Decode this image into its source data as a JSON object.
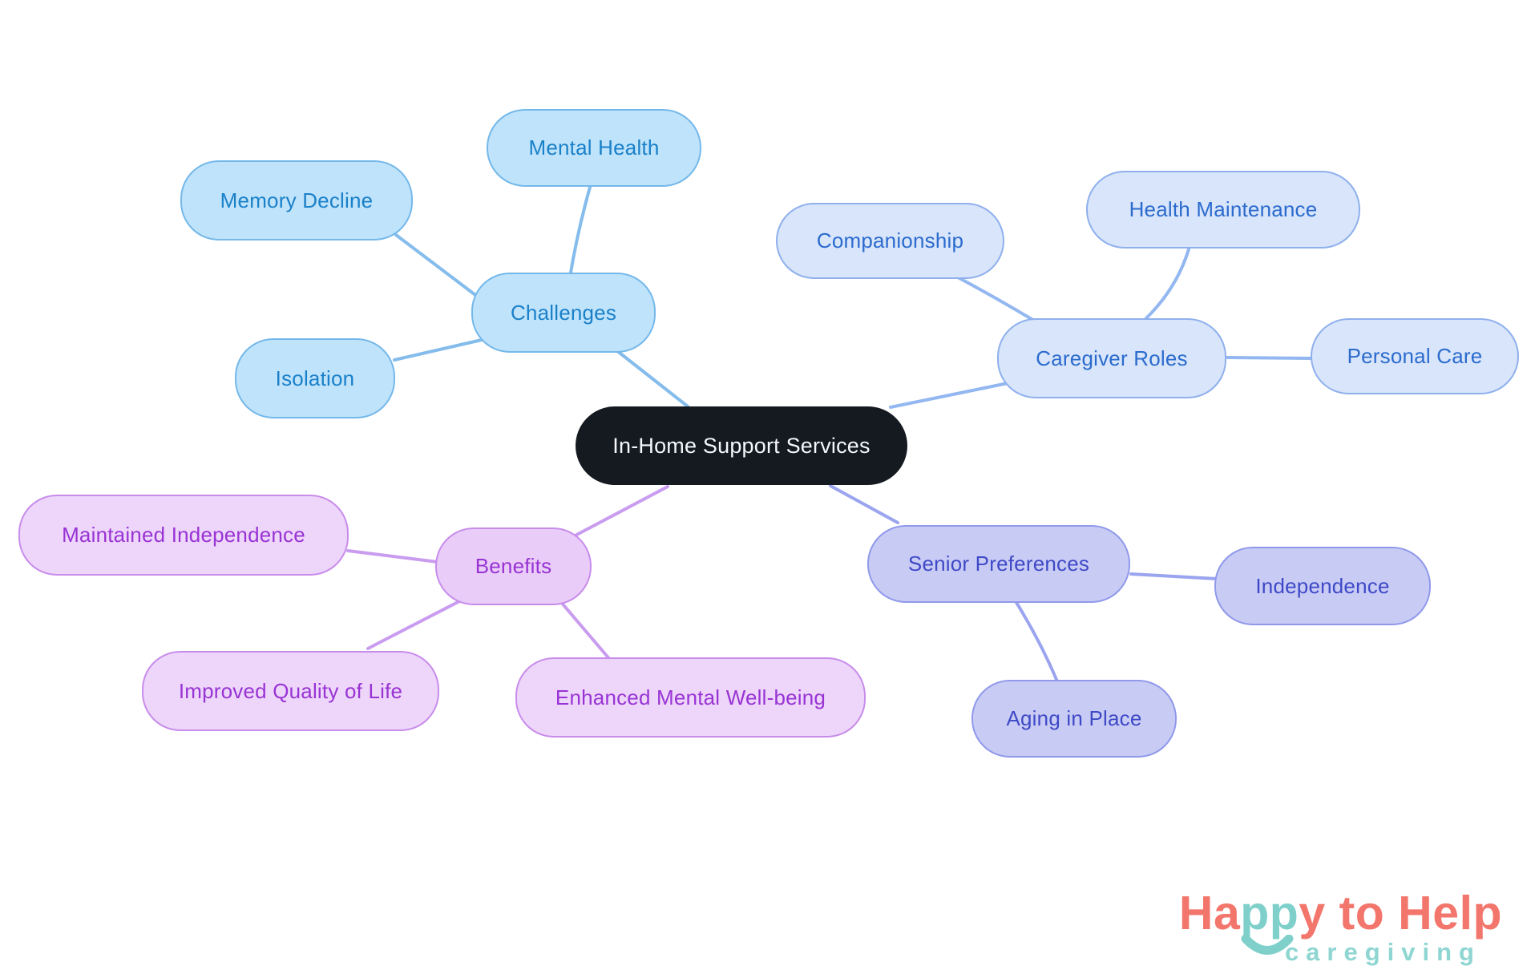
{
  "mindmap": {
    "center": {
      "label": "In-Home Support Services"
    },
    "branches": [
      {
        "label": "Challenges",
        "children": [
          {
            "label": "Mental Health"
          },
          {
            "label": "Memory Decline"
          },
          {
            "label": "Isolation"
          }
        ]
      },
      {
        "label": "Caregiver Roles",
        "children": [
          {
            "label": "Companionship"
          },
          {
            "label": "Health Maintenance"
          },
          {
            "label": "Personal Care"
          }
        ]
      },
      {
        "label": "Benefits",
        "children": [
          {
            "label": "Maintained Independence"
          },
          {
            "label": "Improved Quality of Life"
          },
          {
            "label": "Enhanced Mental Well-being"
          }
        ]
      },
      {
        "label": "Senior Preferences",
        "children": [
          {
            "label": "Independence"
          },
          {
            "label": "Aging in Place"
          }
        ]
      }
    ]
  },
  "colors": {
    "background": "#FFFFFF",
    "center_fill": "#151A21",
    "center_text": "#F5F7F9",
    "challenges": {
      "fill": "#BFE3FB",
      "border": "#74B8EA",
      "text": "#1A80C8",
      "edge": "#84BCEC"
    },
    "caregiver_roles": {
      "fill": "#D8E5FA",
      "border": "#8FB0ED",
      "text": "#2B6BCE",
      "edge": "#93B7F0"
    },
    "benefits": {
      "fill": "#E9CDF8",
      "border": "#C88CEB",
      "text": "#9933D4",
      "edge": "#C99CF0"
    },
    "senior_preferences": {
      "fill": "#C8CCF5",
      "border": "#9099EA",
      "text": "#3F49C6",
      "edge": "#9AA4EF"
    },
    "logo_coral": "#F3766C",
    "logo_teal": "#7FD0CB"
  },
  "logo": {
    "word_start": "Ha",
    "word_mid": "pp",
    "word_end": "y to Help",
    "tagline": "caregiving"
  }
}
